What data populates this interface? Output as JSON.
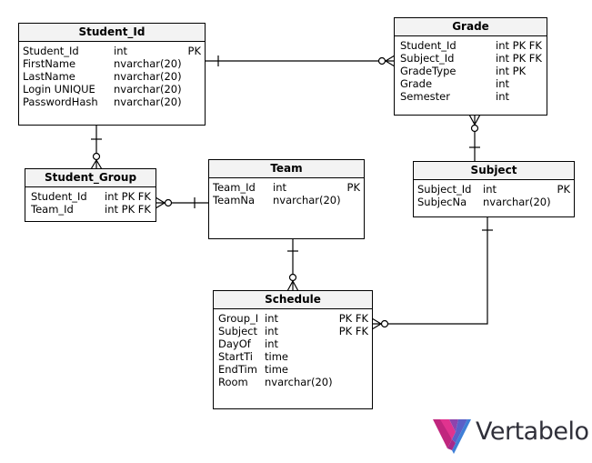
{
  "entities": {
    "student": {
      "title": "Student_Id",
      "columns": [
        {
          "name": "Student_Id",
          "type": "int",
          "key": "PK"
        },
        {
          "name": "FirstName",
          "type": "nvarchar(20)",
          "key": ""
        },
        {
          "name": "LastName",
          "type": "nvarchar(20)",
          "key": ""
        },
        {
          "name": "Login UNIQUE",
          "type": "nvarchar(20)",
          "key": ""
        },
        {
          "name": "PasswordHash",
          "type": "nvarchar(20)",
          "key": ""
        }
      ]
    },
    "grade": {
      "title": "Grade",
      "columns": [
        {
          "name": "Student_Id",
          "type": "int PK FK",
          "key": ""
        },
        {
          "name": "Subject_Id",
          "type": "int PK FK",
          "key": ""
        },
        {
          "name": "GradeType",
          "type": "int PK",
          "key": ""
        },
        {
          "name": "Grade",
          "type": "int",
          "key": ""
        },
        {
          "name": "Semester",
          "type": "int",
          "key": ""
        }
      ]
    },
    "student_group": {
      "title": "Student_Group",
      "columns": [
        {
          "name": "Student_Id",
          "type": "int PK FK",
          "key": ""
        },
        {
          "name": "Team_Id",
          "type": "int PK FK",
          "key": ""
        }
      ]
    },
    "team": {
      "title": "Team",
      "columns": [
        {
          "name": "Team_Id",
          "type": "int",
          "key": "PK"
        },
        {
          "name": "TeamNa",
          "type": "nvarchar(20)",
          "key": ""
        }
      ]
    },
    "subject": {
      "title": "Subject",
      "columns": [
        {
          "name": "Subject_Id",
          "type": "int",
          "key": "PK"
        },
        {
          "name": "SubjecNa",
          "type": "nvarchar(20)",
          "key": ""
        }
      ]
    },
    "schedule": {
      "title": "Schedule",
      "columns": [
        {
          "name": "Group_I",
          "type": "int",
          "key": "PK FK"
        },
        {
          "name": "Subject",
          "type": "int",
          "key": "PK FK"
        },
        {
          "name": "DayOf",
          "type": "int",
          "key": ""
        },
        {
          "name": "StartTi",
          "type": "time",
          "key": ""
        },
        {
          "name": "EndTim",
          "type": "time",
          "key": ""
        },
        {
          "name": "Room",
          "type": "nvarchar(20)",
          "key": ""
        }
      ]
    }
  },
  "logo": {
    "text": "Vertabelo"
  }
}
